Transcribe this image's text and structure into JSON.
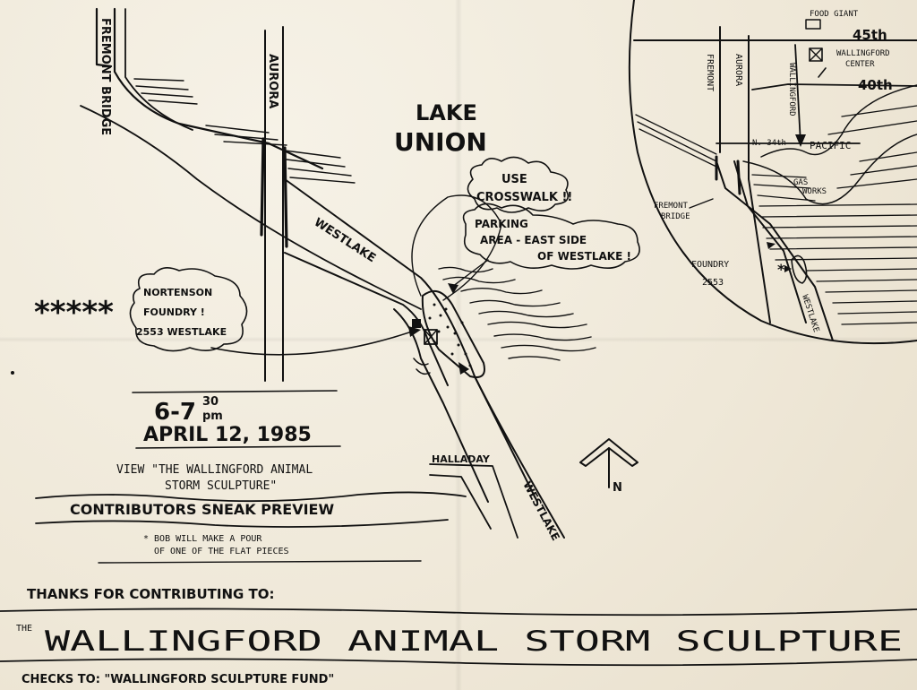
{
  "main_map": {
    "streets": {
      "fremont_bridge": "FREMONT BRIDGE",
      "aurora": "AURORA",
      "westlake": "WESTLAKE",
      "westlake_south": "WESTLAKE",
      "halladay": "HALLADAY"
    },
    "water": {
      "lake_line1": "LAKE",
      "lake_line2": "UNION"
    },
    "callouts": {
      "use_crosswalk_line1": "USE",
      "use_crosswalk_line2": "CROSSWALK !!",
      "parking_line1": "PARKING",
      "parking_line2": "AREA - EAST SIDE",
      "parking_line3": "OF WESTLAKE !",
      "foundry_line1": "NORTENSON",
      "foundry_line2": "FOUNDRY !",
      "foundry_line3": "2553 WESTLAKE"
    },
    "stars": "*****",
    "north_label": "N"
  },
  "inset_map": {
    "places": {
      "food_giant": "FOOD GIANT",
      "wallingford_center_line1": "WALLINGFORD",
      "wallingford_center_line2": "CENTER",
      "gas_works_line1": "GAS",
      "gas_works_line2": "WORKS",
      "fremont_bridge_line1": "FREMONT",
      "fremont_bridge_line2": "BRIDGE",
      "foundry_line1": "FOUNDRY",
      "foundry_line2": "2553"
    },
    "streets": {
      "st_45th": "45th",
      "st_40th": "40th",
      "n34th": "N. 34th",
      "pacific": "PACIFIC",
      "fremont": "FREMONT",
      "aurora": "AURORA",
      "wallingford": "WALLINGFORD",
      "westlake": "WESTLAKE"
    }
  },
  "event": {
    "time_main": "6-7",
    "time_sup_top": "30",
    "time_sup_bottom": "pm",
    "date": "APRIL 12, 1985",
    "view_line1": "VIEW \"THE WALLINGFORD ANIMAL",
    "view_line2": "STORM SCULPTURE\"",
    "sneak_preview": "CONTRIBUTORS SNEAK PREVIEW",
    "note_line1": "* BOB WILL MAKE A POUR",
    "note_line2": "OF ONE OF THE FLAT PIECES"
  },
  "footer": {
    "thanks": "THANKS FOR CONTRIBUTING TO:",
    "the": "THE",
    "project": "WALLINGFORD ANIMAL STORM SCULPTURE",
    "checks": "CHECKS TO: \"WALLINGFORD SCULPTURE FUND\""
  }
}
